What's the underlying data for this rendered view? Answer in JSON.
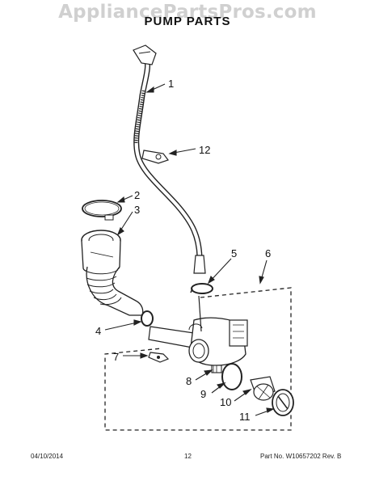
{
  "watermark": "AppliancePartsPros.com",
  "title": "PUMP PARTS",
  "callouts": [
    "1",
    "2",
    "3",
    "4",
    "5",
    "6",
    "7",
    "8",
    "9",
    "10",
    "11",
    "12"
  ],
  "footer": {
    "date": "04/10/2014",
    "page": "12",
    "part_no": "Part No. W10657202  Rev. B"
  }
}
